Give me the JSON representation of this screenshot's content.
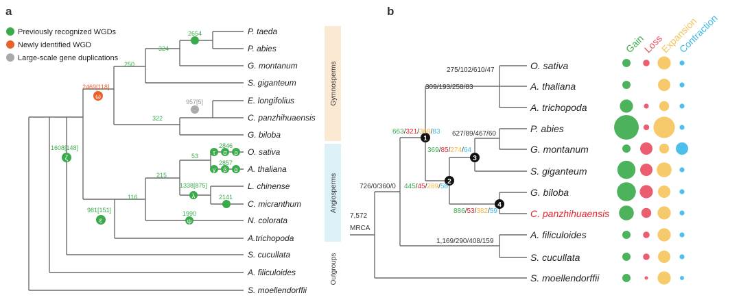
{
  "panel_a": {
    "label": "a",
    "legend": [
      {
        "text": "Previously recognized WGDs",
        "color": "#3aaa4a"
      },
      {
        "text": "Newly identified WGD",
        "color": "#e8622c"
      },
      {
        "text": "Large-scale gene duplications",
        "color": "#aaaaaa"
      }
    ],
    "groups": [
      {
        "name": "Gymnosperms",
        "color": "#fbe9d3"
      },
      {
        "name": "Angiosperms",
        "color": "#dcf0f7"
      },
      {
        "name": "Outgroups",
        "color": "#ffffff"
      }
    ],
    "taxa": [
      "P. taeda",
      "P. abies",
      "G. montanum",
      "S. giganteum",
      "E. longifolius",
      "C. panzhihuaensis",
      "G. biloba",
      "O. sativa",
      "A. thaliana",
      "L. chinense",
      "C. micranthum",
      "N. colorata",
      "A.trichopoda",
      "S. cucullata",
      "A. filiculoides",
      "S. moellendorffii"
    ],
    "node_values": {
      "pinus": "2654",
      "pinaceae": "324",
      "conifers": "250",
      "gnetum": "2469[118]",
      "ginkgo_cycad": "322",
      "gray": "957[5]",
      "seed": "1608[148]",
      "angio": "981[151]",
      "mesang": "116",
      "core": "215",
      "monodicot": "53",
      "osativa": "2846",
      "athal": "2857",
      "magnoliid": "1338[875]",
      "cmic": "2141",
      "nymph": "1990"
    },
    "wgd_symbols": {
      "gnetum": "ω",
      "seed": "ζ",
      "angio": "ε",
      "osativa": [
        "τ",
        "σ",
        "ρ"
      ],
      "athal": [
        "γ",
        "β",
        "α"
      ],
      "magnoliid": "λ",
      "nymph": "ψ"
    }
  },
  "panel_b": {
    "label": "b",
    "col_headers": [
      {
        "text": "Gain",
        "color": "#3aaa4a"
      },
      {
        "text": "Loss",
        "color": "#e94d5f"
      },
      {
        "text": "Expansion",
        "color": "#f5c35a"
      },
      {
        "text": "Contraction",
        "color": "#3bb8e8"
      }
    ],
    "taxa": [
      "O. sativa",
      "A. thaliana",
      "A. trichopoda",
      "P. abies",
      "G. montanum",
      "S. giganteum",
      "G. biloba",
      "C. panzhihuaensis",
      "A. filiculoides",
      "S. cucullata",
      "S. moellendorffii"
    ],
    "highlight_taxon_color": "#e8202c",
    "branch_labels": {
      "monocot_eudicot": "275/102/610/47",
      "angio": "309/193/258/83",
      "gnetophyte": "627/89/467/60",
      "fern": "1,169/290/408/159",
      "root": "726/0/360/0",
      "mrca_count": "7,572",
      "mrca": "MRCA"
    },
    "node_markers": [
      "1",
      "2",
      "3",
      "4"
    ],
    "colored_labels": {
      "n1": [
        "663",
        "321",
        "368",
        "83"
      ],
      "n3": [
        "369",
        "85",
        "274",
        "64"
      ],
      "n2": [
        "445",
        "45",
        "289",
        "58"
      ],
      "n4": [
        "886",
        "53",
        "382",
        "59"
      ]
    },
    "bubbles": [
      {
        "gain": 1.0,
        "loss": 0.8,
        "exp": 1.6,
        "con": 0.6
      },
      {
        "gain": 1.0,
        "loss": 0.0,
        "exp": 1.5,
        "con": 0.6
      },
      {
        "gain": 1.6,
        "loss": 0.6,
        "exp": 1.2,
        "con": 0.6
      },
      {
        "gain": 3.0,
        "loss": 0.7,
        "exp": 2.6,
        "con": 0.6
      },
      {
        "gain": 1.0,
        "loss": 1.5,
        "exp": 1.2,
        "con": 1.5
      },
      {
        "gain": 2.2,
        "loss": 1.5,
        "exp": 1.8,
        "con": 0.6
      },
      {
        "gain": 2.3,
        "loss": 1.6,
        "exp": 1.5,
        "con": 0.6
      },
      {
        "gain": 1.8,
        "loss": 1.2,
        "exp": 1.6,
        "con": 0.6
      },
      {
        "gain": 1.0,
        "loss": 0.8,
        "exp": 1.6,
        "con": 0.6
      },
      {
        "gain": 1.0,
        "loss": 0.8,
        "exp": 1.5,
        "con": 0.6
      },
      {
        "gain": 1.0,
        "loss": 0.4,
        "exp": 1.6,
        "con": 0.5
      }
    ]
  }
}
